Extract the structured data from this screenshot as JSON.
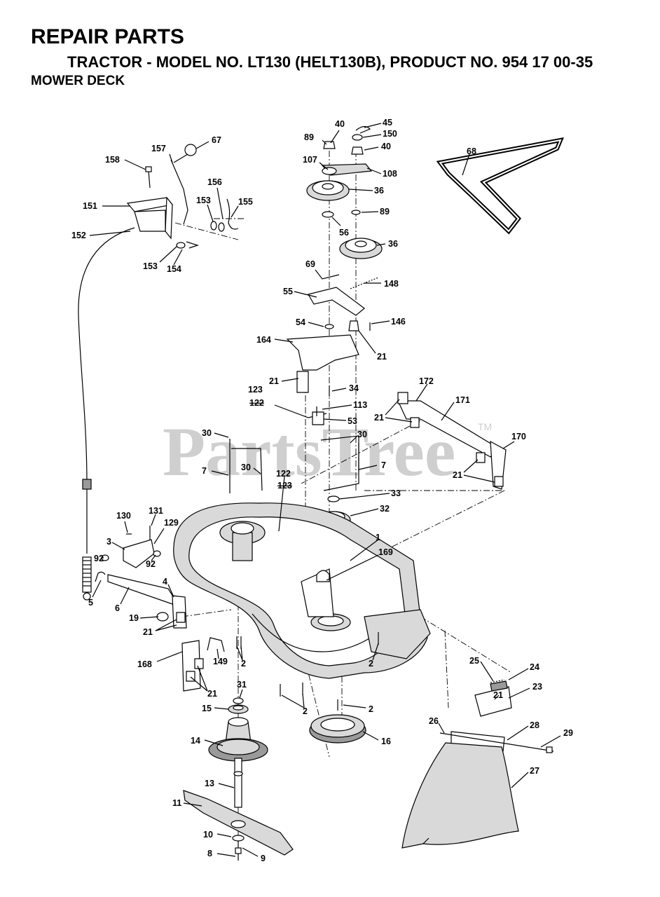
{
  "header": {
    "title": "REPAIR PARTS",
    "subtitle": "TRACTOR - MODEL NO. LT130 (HELT130B), PRODUCT NO. 954 17 00-35",
    "section": "MOWER DECK"
  },
  "watermark": {
    "text": "PartsTree",
    "trademark": "TM"
  },
  "callouts": [
    {
      "id": "c158",
      "text": "158"
    },
    {
      "id": "c157",
      "text": "157"
    },
    {
      "id": "c67",
      "text": "67"
    },
    {
      "id": "c151",
      "text": "151"
    },
    {
      "id": "c156",
      "text": "156"
    },
    {
      "id": "c153a",
      "text": "153"
    },
    {
      "id": "c155",
      "text": "155"
    },
    {
      "id": "c152",
      "text": "152"
    },
    {
      "id": "c153b",
      "text": "153"
    },
    {
      "id": "c154",
      "text": "154"
    },
    {
      "id": "c40a",
      "text": "40"
    },
    {
      "id": "c45",
      "text": "45"
    },
    {
      "id": "c89a",
      "text": "89"
    },
    {
      "id": "c150",
      "text": "150"
    },
    {
      "id": "c40b",
      "text": "40"
    },
    {
      "id": "c107",
      "text": "107"
    },
    {
      "id": "c108",
      "text": "108"
    },
    {
      "id": "c36a",
      "text": "36"
    },
    {
      "id": "c89b",
      "text": "89"
    },
    {
      "id": "c56",
      "text": "56"
    },
    {
      "id": "c36b",
      "text": "36"
    },
    {
      "id": "c68",
      "text": "68"
    },
    {
      "id": "c69",
      "text": "69"
    },
    {
      "id": "c148",
      "text": "148"
    },
    {
      "id": "c55",
      "text": "55"
    },
    {
      "id": "c54",
      "text": "54"
    },
    {
      "id": "c146",
      "text": "146"
    },
    {
      "id": "c164",
      "text": "164"
    },
    {
      "id": "c21a",
      "text": "21"
    },
    {
      "id": "c21b",
      "text": "21"
    },
    {
      "id": "c34",
      "text": "34"
    },
    {
      "id": "c123a",
      "text": "123"
    },
    {
      "id": "c122a",
      "text": "122"
    },
    {
      "id": "c113",
      "text": "113"
    },
    {
      "id": "c53",
      "text": "53"
    },
    {
      "id": "c172",
      "text": "172"
    },
    {
      "id": "c21c",
      "text": "21"
    },
    {
      "id": "c171",
      "text": "171"
    },
    {
      "id": "c30a",
      "text": "30"
    },
    {
      "id": "c30b",
      "text": "30"
    },
    {
      "id": "c170",
      "text": "170"
    },
    {
      "id": "c7a",
      "text": "7"
    },
    {
      "id": "c30c",
      "text": "30"
    },
    {
      "id": "c122b",
      "text": "122"
    },
    {
      "id": "c123b",
      "text": "123"
    },
    {
      "id": "c7b",
      "text": "7"
    },
    {
      "id": "c21d",
      "text": "21"
    },
    {
      "id": "c33",
      "text": "33"
    },
    {
      "id": "c32",
      "text": "32"
    },
    {
      "id": "c130",
      "text": "130"
    },
    {
      "id": "c131",
      "text": "131"
    },
    {
      "id": "c129",
      "text": "129"
    },
    {
      "id": "c3",
      "text": "3"
    },
    {
      "id": "c92a",
      "text": "92"
    },
    {
      "id": "c92b",
      "text": "92"
    },
    {
      "id": "c1",
      "text": "1"
    },
    {
      "id": "c169",
      "text": "169"
    },
    {
      "id": "c5",
      "text": "5"
    },
    {
      "id": "c6",
      "text": "6"
    },
    {
      "id": "c4",
      "text": "4"
    },
    {
      "id": "c19",
      "text": "19"
    },
    {
      "id": "c21e",
      "text": "21"
    },
    {
      "id": "c168",
      "text": "168"
    },
    {
      "id": "c149",
      "text": "149"
    },
    {
      "id": "c2a",
      "text": "2"
    },
    {
      "id": "c21f",
      "text": "21"
    },
    {
      "id": "c31",
      "text": "31"
    },
    {
      "id": "c2b",
      "text": "2"
    },
    {
      "id": "c2c",
      "text": "2"
    },
    {
      "id": "c2d",
      "text": "2"
    },
    {
      "id": "c15",
      "text": "15"
    },
    {
      "id": "c16",
      "text": "16"
    },
    {
      "id": "c14",
      "text": "14"
    },
    {
      "id": "c13",
      "text": "13"
    },
    {
      "id": "c11",
      "text": "11"
    },
    {
      "id": "c10",
      "text": "10"
    },
    {
      "id": "c8",
      "text": "8"
    },
    {
      "id": "c9",
      "text": "9"
    },
    {
      "id": "c25",
      "text": "25"
    },
    {
      "id": "c24",
      "text": "24"
    },
    {
      "id": "c21g",
      "text": "21"
    },
    {
      "id": "c23",
      "text": "23"
    },
    {
      "id": "c26",
      "text": "26"
    },
    {
      "id": "c28",
      "text": "28"
    },
    {
      "id": "c29",
      "text": "29"
    },
    {
      "id": "c27",
      "text": "27"
    }
  ]
}
